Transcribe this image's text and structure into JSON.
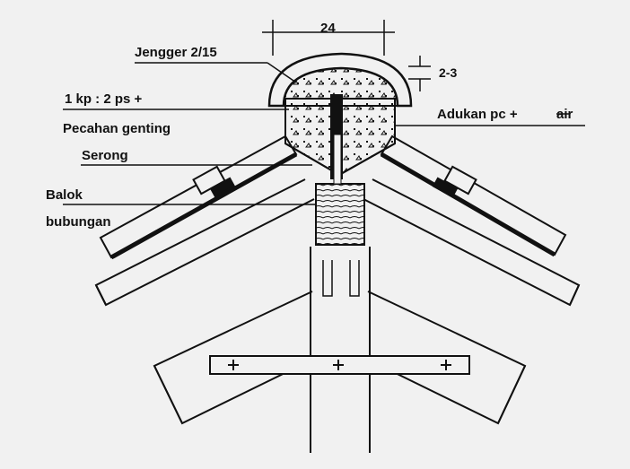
{
  "labels": {
    "dim_width": "24",
    "jengger": "Jengger 2/15",
    "dim_thickness": "2-3",
    "mortar_mix": "1 kp : 2 ps +",
    "tile_fragments": "Pecahan genting",
    "adukan": "Adukan pc +",
    "air": "air",
    "serong": "Serong",
    "balok": "Balok",
    "bubungan": "bubungan"
  },
  "colors": {
    "ink": "#111111",
    "paper": "#f1f1f1"
  }
}
